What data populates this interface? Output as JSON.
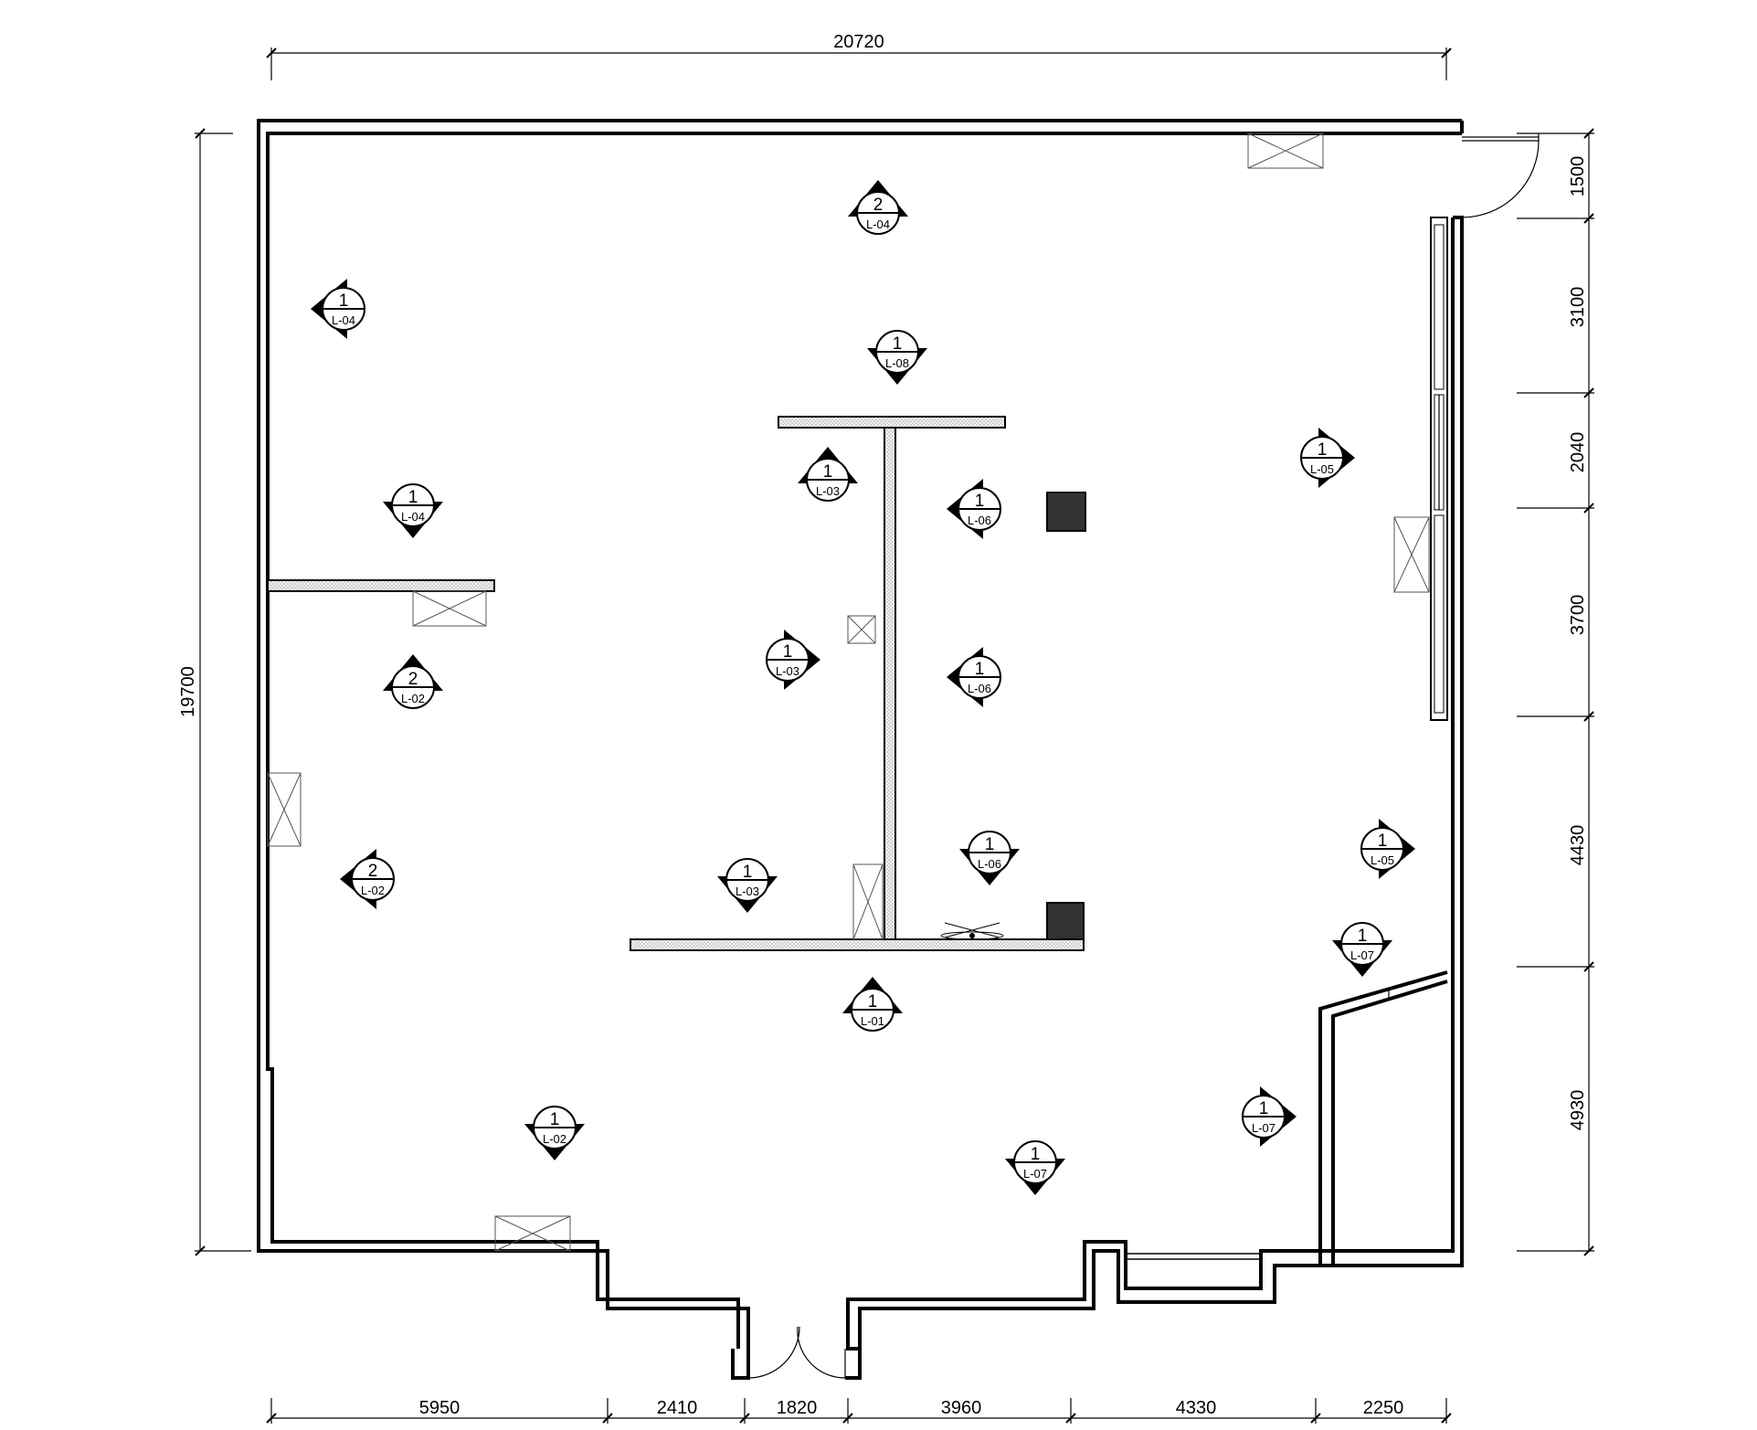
{
  "dimensions": {
    "top_total": "20720",
    "left_total": "19700",
    "bottom": [
      "5950",
      "2410",
      "1820",
      "3960",
      "4330",
      "2250"
    ],
    "right": [
      "1500",
      "3100",
      "2040",
      "3700",
      "4430",
      "4930"
    ]
  },
  "markers": [
    {
      "num": "2",
      "ref": "L-04",
      "dir": "up"
    },
    {
      "num": "1",
      "ref": "L-04",
      "dir": "left"
    },
    {
      "num": "1",
      "ref": "L-08",
      "dir": "down"
    },
    {
      "num": "1",
      "ref": "L-05",
      "dir": "right"
    },
    {
      "num": "1",
      "ref": "L-03",
      "dir": "up"
    },
    {
      "num": "1",
      "ref": "L-04",
      "dir": "down"
    },
    {
      "num": "1",
      "ref": "L-06",
      "dir": "left"
    },
    {
      "num": "1",
      "ref": "L-03",
      "dir": "right"
    },
    {
      "num": "2",
      "ref": "L-02",
      "dir": "up"
    },
    {
      "num": "1",
      "ref": "L-06",
      "dir": "left"
    },
    {
      "num": "1",
      "ref": "L-05",
      "dir": "right"
    },
    {
      "num": "2",
      "ref": "L-02",
      "dir": "left"
    },
    {
      "num": "1",
      "ref": "L-03",
      "dir": "down"
    },
    {
      "num": "1",
      "ref": "L-06",
      "dir": "down"
    },
    {
      "num": "1",
      "ref": "L-07",
      "dir": "down"
    },
    {
      "num": "1",
      "ref": "L-01",
      "dir": "up"
    },
    {
      "num": "1",
      "ref": "L-02",
      "dir": "down"
    },
    {
      "num": "1",
      "ref": "L-07",
      "dir": "right"
    },
    {
      "num": "1",
      "ref": "L-07",
      "dir": "down"
    }
  ],
  "colors": {
    "line": "#000000",
    "hatch": "#555555",
    "column_fill": "#333333"
  }
}
